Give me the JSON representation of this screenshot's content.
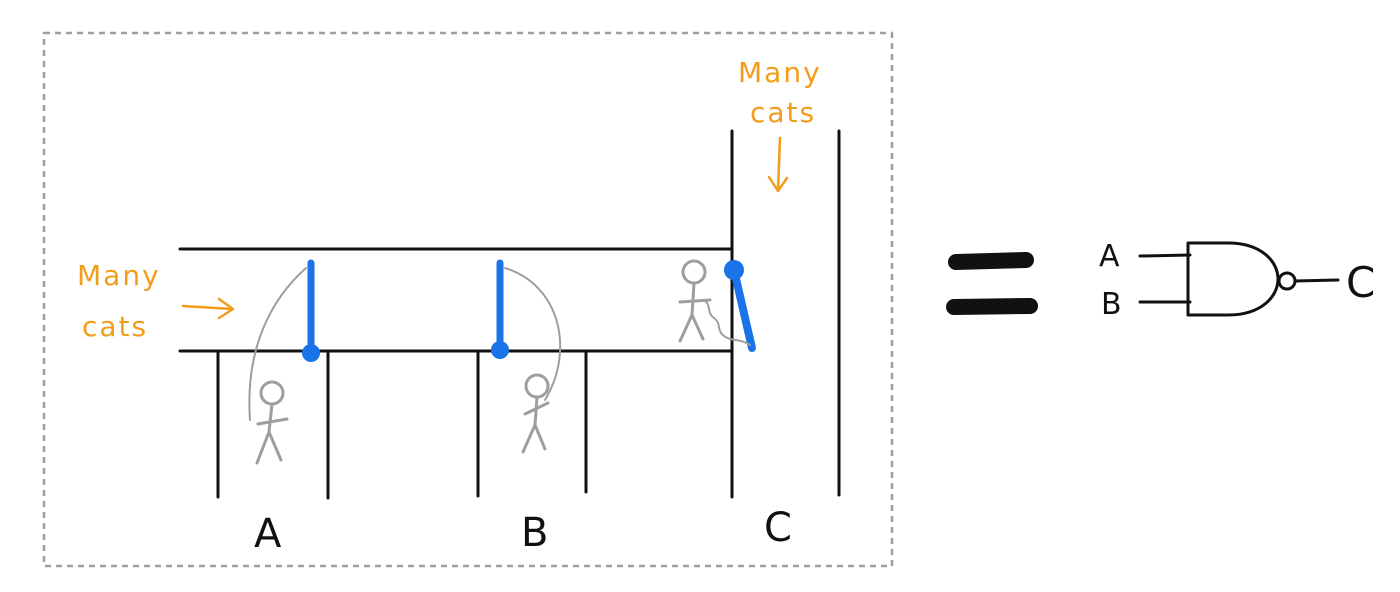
{
  "diagram": {
    "left_inlet_label": [
      "Many",
      "cats"
    ],
    "top_inlet_label": [
      "Many",
      "cats"
    ],
    "channel_labels": {
      "a": "A",
      "b": "B",
      "c": "C"
    },
    "gate": {
      "type": "NAND",
      "input_a": "A",
      "input_b": "B",
      "output": "C"
    },
    "colors": {
      "wall": "#111111",
      "door": "#1a73e8",
      "person": "#9e9e9e",
      "annotation": "#f29d1a",
      "frame": "#9e9e9e"
    }
  }
}
